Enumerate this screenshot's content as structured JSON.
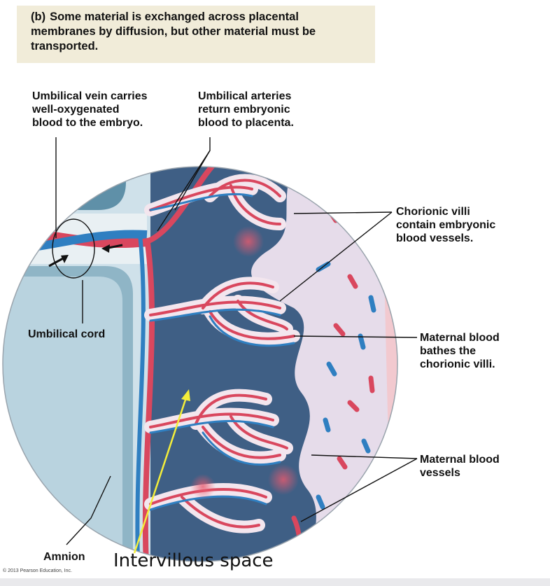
{
  "caption": {
    "part": "(b)",
    "text": "Some material is exchanged across placental membranes by diffusion, but other material must be transported."
  },
  "labels": {
    "umbilical_vein": "Umbilical vein carries\nwell-oxygenated\nblood to the embryo.",
    "umbilical_arteries": "Umbilical arteries\nreturn embryonic\nblood to placenta.",
    "chorionic_villi": "Chorionic villi\ncontain embryonic\nblood vessels.",
    "umbilical_cord": "Umbilical cord",
    "maternal_blood": "Maternal blood\nbathes the\nchorionic villi.",
    "maternal_vessels": "Maternal blood\nvessels",
    "amnion": "Amnion",
    "intervillous_space": "Intervillous space",
    "copyright": "© 2013 Pearson Education, Inc."
  },
  "colors": {
    "caption_bg": "#f1ecd9",
    "artery_red": "#d9475e",
    "vein_blue": "#2f7fc1",
    "intervillous_blue": "#3f5f85",
    "maternal_tissue": "#e6dcea",
    "annotation_yellow": "#f4ee3a"
  }
}
